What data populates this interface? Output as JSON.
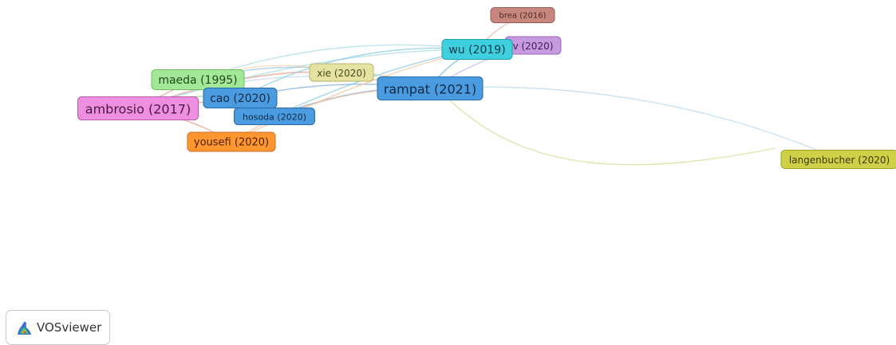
{
  "network": {
    "nodes": [
      {
        "id": "brea",
        "label": "brea (2016)",
        "color": "#c8877e",
        "border": "#9a5a52",
        "text": "#4a2a26"
      },
      {
        "id": "v",
        "label": "v (2020)",
        "color": "#c79ae0",
        "border": "#9a66b8",
        "text": "#3f2455"
      },
      {
        "id": "wu",
        "label": "wu (2019)",
        "color": "#3fd0e0",
        "border": "#1c9fb0",
        "text": "#0b3a42"
      },
      {
        "id": "xie",
        "label": "xie (2020)",
        "color": "#e4e3a2",
        "border": "#b8b66a",
        "text": "#4a4920"
      },
      {
        "id": "rampat",
        "label": "rampat (2021)",
        "color": "#4a9be0",
        "border": "#2469a8",
        "text": "#0f2a45"
      },
      {
        "id": "maeda",
        "label": "maeda (1995)",
        "color": "#a3e898",
        "border": "#6cbc5f",
        "text": "#1f4a1a"
      },
      {
        "id": "cao",
        "label": "cao (2020)",
        "color": "#4a9be0",
        "border": "#2469a8",
        "text": "#0f2a45"
      },
      {
        "id": "ambrosio",
        "label": "ambrosio (2017)",
        "color": "#ee8fe0",
        "border": "#bf55b0",
        "text": "#4a1a44"
      },
      {
        "id": "hosoda",
        "label": "hosoda (2020)",
        "color": "#4a9be0",
        "border": "#2469a8",
        "text": "#0f2a45"
      },
      {
        "id": "yousefi",
        "label": "yousefi (2020)",
        "color": "#ff9630",
        "border": "#d2691a",
        "text": "#4a2204"
      },
      {
        "id": "langenbucher",
        "label": "langenbucher (2020)",
        "color": "#cfd048",
        "border": "#a3a420",
        "text": "#3a3a08"
      }
    ],
    "edges": [
      {
        "from": "ambrosio",
        "to": "maeda",
        "color": "#ee9a80"
      },
      {
        "from": "ambrosio",
        "to": "cao",
        "color": "#8cc9a8"
      },
      {
        "from": "ambrosio",
        "to": "hosoda",
        "color": "#ee9a80"
      },
      {
        "from": "ambrosio",
        "to": "yousefi",
        "color": "#ee9a80"
      },
      {
        "from": "ambrosio",
        "to": "xie",
        "color": "#ee9a80"
      },
      {
        "from": "ambrosio",
        "to": "rampat",
        "color": "#bcd7ef"
      },
      {
        "from": "ambrosio",
        "to": "wu",
        "color": "#a8dbe6"
      },
      {
        "from": "maeda",
        "to": "wu",
        "color": "#a8dbe6"
      },
      {
        "from": "maeda",
        "to": "rampat",
        "color": "#9fc6ea"
      },
      {
        "from": "cao",
        "to": "rampat",
        "color": "#7aa9de"
      },
      {
        "from": "hosoda",
        "to": "rampat",
        "color": "#7aa9de"
      },
      {
        "from": "cao",
        "to": "wu",
        "color": "#86cde0"
      },
      {
        "from": "hosoda",
        "to": "wu",
        "color": "#86cde0"
      },
      {
        "from": "rampat",
        "to": "wu",
        "color": "#6fb6e0"
      },
      {
        "from": "rampat",
        "to": "v",
        "color": "#c6b0e8"
      },
      {
        "from": "wu",
        "to": "brea",
        "color": "#e6b3a8"
      },
      {
        "from": "xie",
        "to": "rampat",
        "color": "#e7e3b0"
      },
      {
        "from": "yousefi",
        "to": "rampat",
        "color": "#f4c29a"
      },
      {
        "from": "yousefi",
        "to": "wu",
        "color": "#f4c29a"
      },
      {
        "from": "rampat",
        "to": "langenbucher",
        "color": "#b8d8ef"
      },
      {
        "from": "maeda",
        "to": "xie",
        "color": "#f2d6a8"
      }
    ]
  },
  "logo": {
    "text": "VOSviewer",
    "icon": "vosviewer-logo-icon"
  }
}
